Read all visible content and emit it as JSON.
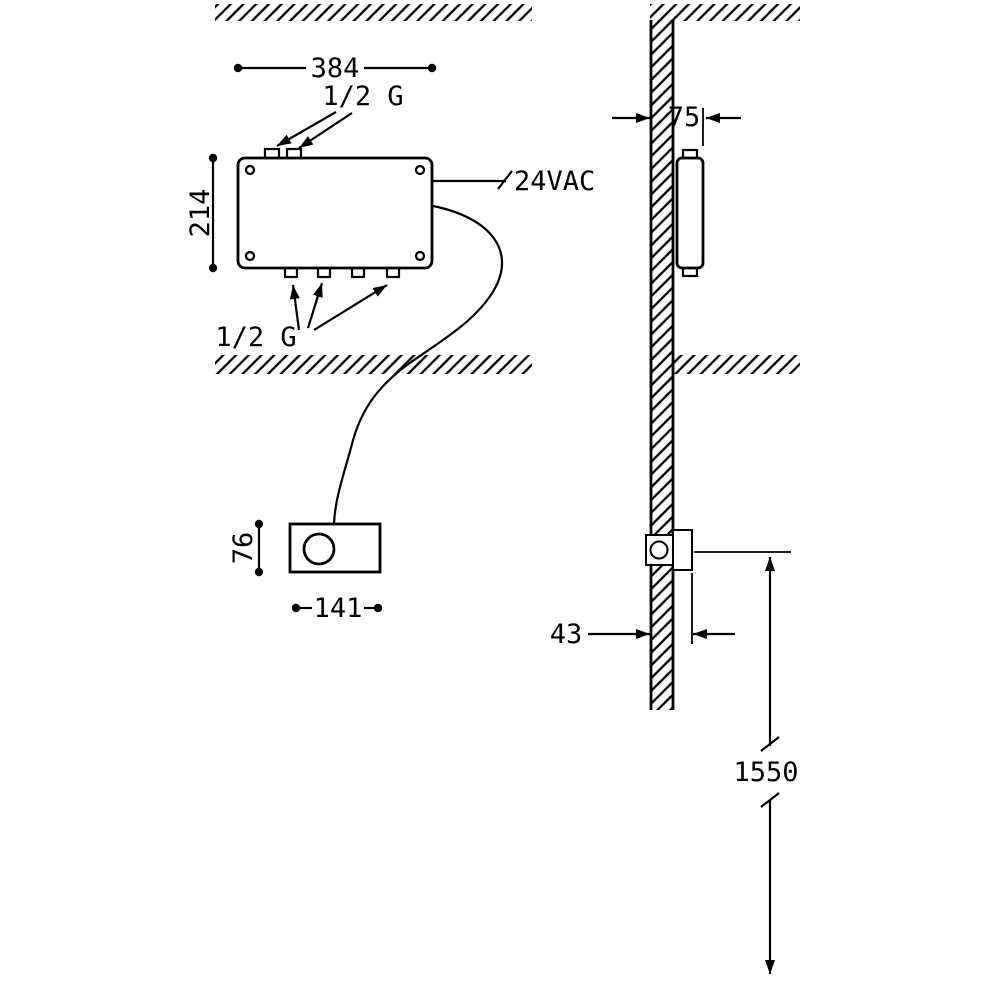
{
  "diagram": {
    "colors": {
      "line": "#000000",
      "background": "#ffffff"
    },
    "front_view": {
      "box_width": "384",
      "box_height": "214",
      "top_connection": "1/2 G",
      "bottom_connection": "1/2 G",
      "power": "24VAC",
      "panel_width": "141",
      "panel_height": "76"
    },
    "side_view": {
      "recess_depth": "75",
      "panel_depth": "43",
      "mounting_height": "1550"
    }
  }
}
